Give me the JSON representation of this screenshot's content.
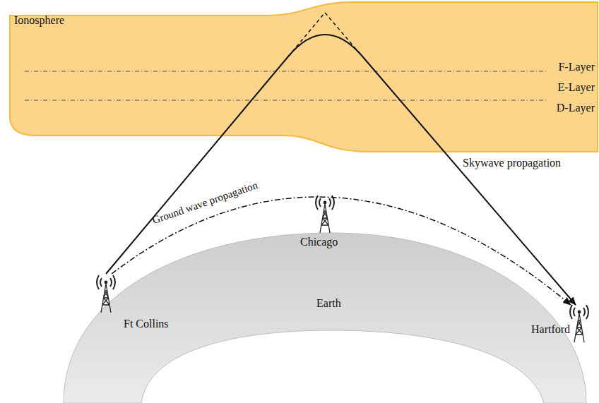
{
  "diagram": {
    "nodes": [
      {
        "text": [
          "Ionosphere",
          "F-Layer",
          "E-Layer",
          "D-Layer"
        ]
      },
      {
        "text": [
          "Ft Collins"
        ]
      },
      {
        "text": [
          "Chicago"
        ]
      },
      {
        "text": [
          "Hartford"
        ]
      },
      {
        "text": [
          "Earth"
        ]
      }
    ],
    "edges": [
      {
        "from": 1,
        "to": 3,
        "arrow": "to",
        "label": "Skywave propagation"
      },
      {
        "from": 1,
        "to": 3,
        "arrow": "to",
        "label": "Ground wave propagation"
      }
    ]
  }
}
